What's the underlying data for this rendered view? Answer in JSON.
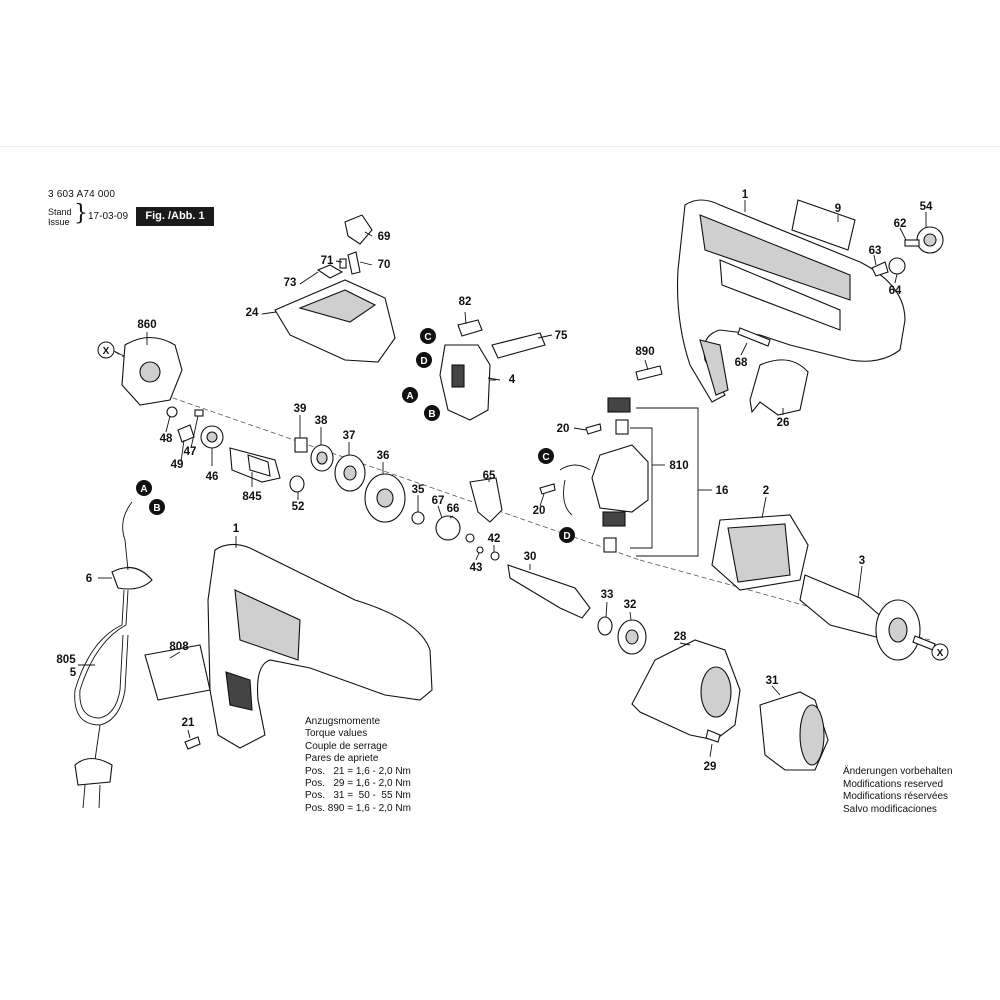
{
  "header": {
    "doc_number": "3 603 A74 000",
    "stand": "Stand",
    "issue": "Issue",
    "date": "17-03-09",
    "figure_label": "Fig. /Abb. 1"
  },
  "torque_note": {
    "lines": [
      "Anzugsmomente",
      "Torque values",
      "Couple de serrage",
      "Pares de apriete"
    ],
    "rows": [
      {
        "pos": "Pos.   21",
        "value": "= 1,6 - 2,0 Nm"
      },
      {
        "pos": "Pos.   29",
        "value": "= 1,6 - 2,0 Nm"
      },
      {
        "pos": "Pos.   31",
        "value": "=  50 -  55 Nm"
      },
      {
        "pos": "Pos. 890",
        "value": "= 1,6 - 2,0 Nm"
      }
    ]
  },
  "notice": {
    "lines": [
      "Änderungen vorbehalten",
      "Modifications reserved",
      "Modifications réservées",
      "Salvo modificaciones"
    ]
  },
  "markers": {
    "a": "A",
    "b": "B",
    "c": "C",
    "d": "D",
    "x": "X"
  },
  "parts": {
    "p1a": "1",
    "p1b": "1",
    "p2": "2",
    "p3": "3",
    "p4": "4",
    "p5": "5",
    "p6": "6",
    "p9": "9",
    "p16": "16",
    "p20a": "20",
    "p20b": "20",
    "p21": "21",
    "p24": "24",
    "p26": "26",
    "p28": "28",
    "p29": "29",
    "p30": "30",
    "p31": "31",
    "p32": "32",
    "p33": "33",
    "p35": "35",
    "p36": "36",
    "p37": "37",
    "p38": "38",
    "p39": "39",
    "p42": "42",
    "p43": "43",
    "p46": "46",
    "p47": "47",
    "p48": "48",
    "p49": "49",
    "p52": "52",
    "p54": "54",
    "p62": "62",
    "p63": "63",
    "p64": "64",
    "p65": "65",
    "p66": "66",
    "p67": "67",
    "p68": "68",
    "p69": "69",
    "p70": "70",
    "p71": "71",
    "p73": "73",
    "p75": "75",
    "p82": "82",
    "p805": "805",
    "p808": "808",
    "p810": "810",
    "p845": "845",
    "p860": "860",
    "p890": "890"
  }
}
